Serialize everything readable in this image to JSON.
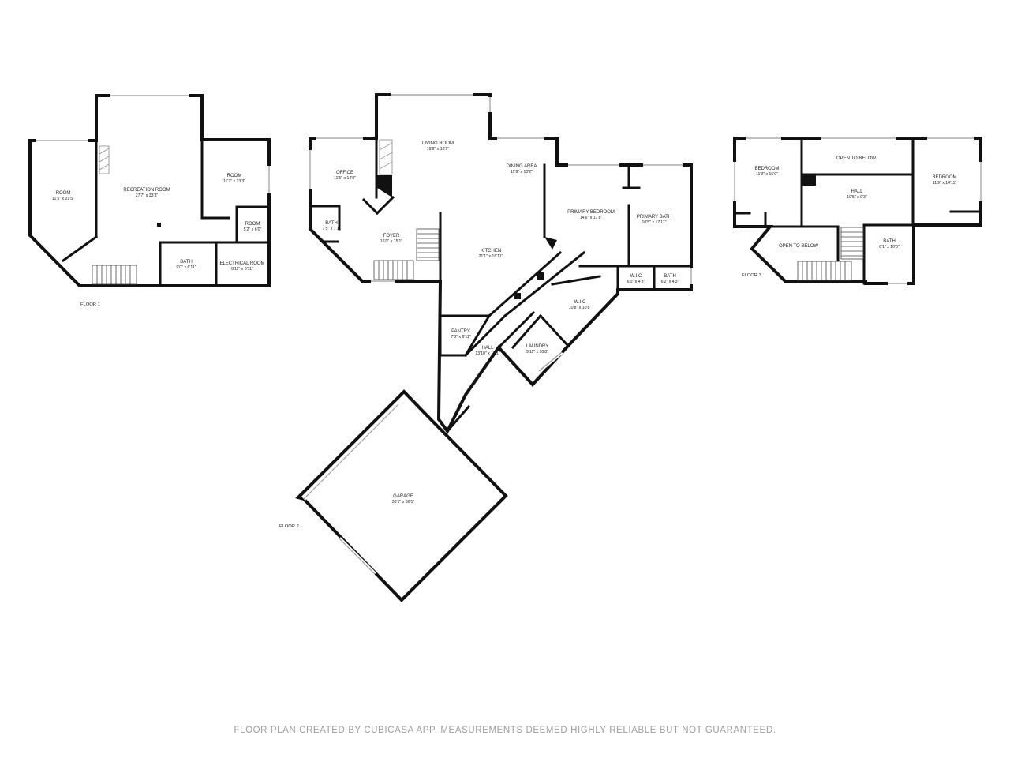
{
  "floors": [
    {
      "label": "FLOOR 1"
    },
    {
      "label": "FLOOR 2"
    },
    {
      "label": "FLOOR 3"
    }
  ],
  "rooms": {
    "f1_room_left": {
      "name": "ROOM",
      "dims": "11'5\" x 21'5\""
    },
    "f1_recreation": {
      "name": "RECREATION ROOM",
      "dims": "27'7\" x 33'3\""
    },
    "f1_room_right": {
      "name": "ROOM",
      "dims": "11'7\" x 13'3\""
    },
    "f1_room_small": {
      "name": "ROOM",
      "dims": "5'2\" x 6'0\""
    },
    "f1_bath": {
      "name": "BATH",
      "dims": "9'0\" x 6'11\""
    },
    "f1_electrical": {
      "name": "ELECTRICAL ROOM",
      "dims": "8'11\" x 6'11\""
    },
    "f2_living": {
      "name": "LIVING ROOM",
      "dims": "19'9\" x 18'1\""
    },
    "f2_office": {
      "name": "OFFICE",
      "dims": "11'5\" x 14'8\""
    },
    "f2_dining": {
      "name": "DINING AREA",
      "dims": "11'9\" x 10'2\""
    },
    "f2_bath": {
      "name": "BATH",
      "dims": "7'5\" x 7'1\""
    },
    "f2_foyer": {
      "name": "FOYER",
      "dims": "16'0\" x 15'1\""
    },
    "f2_kitchen": {
      "name": "KITCHEN",
      "dims": "21'1\" x 16'11\""
    },
    "f2_primary_bed": {
      "name": "PRIMARY BEDROOM",
      "dims": "14'6\" x 17'8\""
    },
    "f2_primary_bath": {
      "name": "PRIMARY BATH",
      "dims": "10'5\" x 17'11\""
    },
    "f2_wic_small": {
      "name": "W.I.C",
      "dims": "6'0\" x 4'3\""
    },
    "f2_bath_small": {
      "name": "BATH",
      "dims": "6'2\" x 4'3\""
    },
    "f2_wic": {
      "name": "W.I.C",
      "dims": "10'8\" x 10'8\""
    },
    "f2_pantry": {
      "name": "PANTRY",
      "dims": "7'8\" x 6'11\""
    },
    "f2_hall": {
      "name": "HALL",
      "dims": "13'10\" x 12'1\""
    },
    "f2_laundry": {
      "name": "LAUNDRY",
      "dims": "9'11\" x 10'8\""
    },
    "f2_garage": {
      "name": "GARAGE",
      "dims": "36'1\" x 36'1\""
    },
    "f3_bedroom_left": {
      "name": "BEDROOM",
      "dims": "11'3\" x 15'0\""
    },
    "f3_open_top": {
      "name": "OPEN TO BELOW",
      "dims": ""
    },
    "f3_hall": {
      "name": "HALL",
      "dims": "19'5\" x 9'3\""
    },
    "f3_bedroom_right": {
      "name": "BEDROOM",
      "dims": "11'9\" x 14'11\""
    },
    "f3_open_left": {
      "name": "OPEN TO BELOW",
      "dims": ""
    },
    "f3_bath": {
      "name": "BATH",
      "dims": "8'1\" x 10'0\""
    }
  },
  "footer": {
    "credit": "FLOOR PLAN CREATED BY CUBICASA APP. MEASUREMENTS DEEMED HIGHLY RELIABLE BUT NOT GUARANTEED."
  }
}
